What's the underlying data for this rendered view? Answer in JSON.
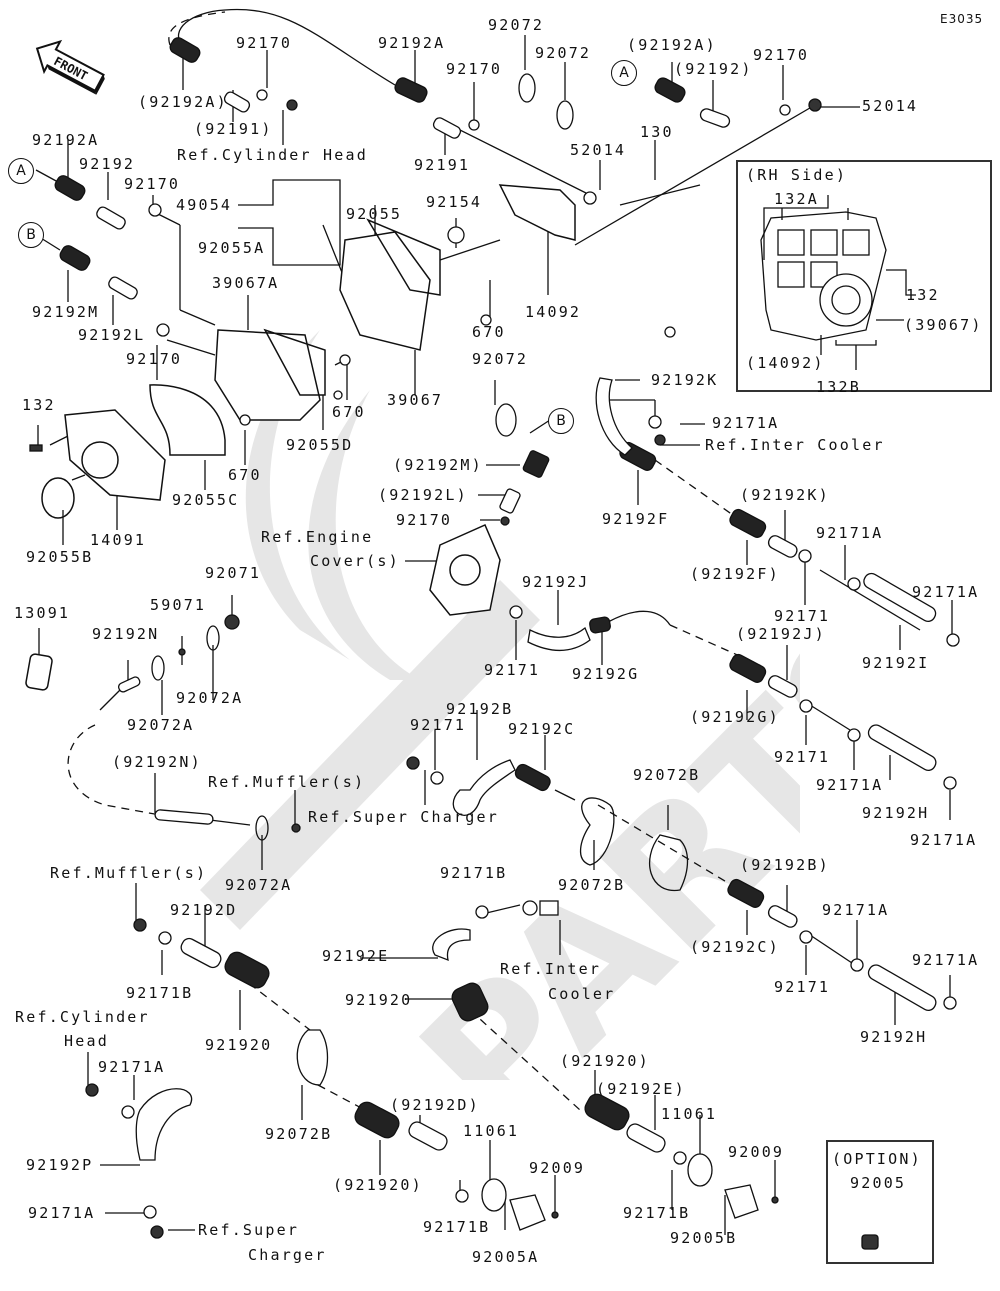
{
  "diagram": {
    "code": "E3035",
    "front_label": "FRONT",
    "watermark": "PARTSS.COM",
    "colors": {
      "ink": "#111111",
      "watermark": "#e2e2e2",
      "background": "#ffffff"
    },
    "circle_markers": {
      "a": "A",
      "b": "B"
    },
    "rh_box": {
      "title": "(RH Side)",
      "labels": [
        "132A",
        "132",
        "(39067)",
        "(14092)",
        "132B"
      ]
    },
    "option_box": {
      "title": "(OPTION)",
      "part": "92005"
    },
    "labels": [
      "(92192A)",
      "92170",
      "92192A",
      "92072",
      "92072",
      "(92192A)",
      "(92192)",
      "92170",
      "52014",
      "(92191)",
      "Ref.Cylinder Head",
      "92191",
      "92170",
      "52014",
      "130",
      "92192A",
      "92192",
      "92170",
      "49054",
      "92055A",
      "92055",
      "92154",
      "92192M",
      "92192L",
      "39067A",
      "92170",
      "14092",
      "670",
      "132",
      "670",
      "39067",
      "92055D",
      "670",
      "92055C",
      "14091",
      "92055B",
      "92072",
      "92192K",
      "92171A",
      "Ref.Inter Cooler",
      "(92192M)",
      "(92192L)",
      "92170",
      "92192F",
      "(92192K)",
      "92171A",
      "Ref.Engine",
      "Cover(s)",
      "(92192F)",
      "92171",
      "92171A",
      "13091",
      "92071",
      "59071",
      "92192N",
      "92072A",
      "92072A",
      "92192J",
      "92171",
      "92192G",
      "(92192J)",
      "92192I",
      "(92192G)",
      "92171",
      "92171A",
      "92192H",
      "92171A",
      "92192B",
      "92171",
      "92192C",
      "92072B",
      "(92192N)",
      "Ref.Muffler(s)",
      "Ref.Super Charger",
      "92072A",
      "92072B",
      "Ref.Muffler(s)",
      "92171B",
      "92192D",
      "92192E",
      "Ref.Inter",
      "Cooler",
      "(92192B)",
      "92171A",
      "(92192C)",
      "92171",
      "92171A",
      "92192H",
      "92171B",
      "921920",
      "921920",
      "Ref.Cylinder",
      "Head",
      "92171A",
      "92072B",
      "(92192D)",
      "11061",
      "92009",
      "(921920)",
      "(92192E)",
      "11061",
      "92009",
      "92192P",
      "(921920)",
      "92171A",
      "Ref.Super",
      "Charger",
      "92171B",
      "92005A",
      "92171B",
      "92005B"
    ]
  }
}
